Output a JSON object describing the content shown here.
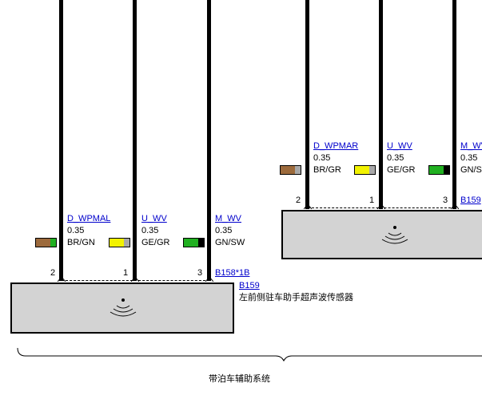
{
  "left_sensor": {
    "wires": [
      {
        "name": "D_WPMAL",
        "size": "0.35",
        "color_code": "BR/GN",
        "colors": [
          "#9c6a3c",
          "#21b021"
        ],
        "pin": "2"
      },
      {
        "name": "U_WV",
        "size": "0.35",
        "color_code": "GE/GR",
        "colors": [
          "#f2f200",
          "#a8a8a8"
        ],
        "pin": "1"
      },
      {
        "name": "M_WV",
        "size": "0.35",
        "color_code": "GN/SW",
        "colors": [
          "#21b021",
          "#000000"
        ],
        "pin": "3"
      }
    ],
    "connector_ref": "B158*1B",
    "component_ref": "B159",
    "component_desc": "左前侧驻车助手超声波传感器"
  },
  "right_sensor": {
    "wires": [
      {
        "name": "D_WPMAR",
        "size": "0.35",
        "color_code": "BR/GR",
        "colors": [
          "#9c6a3c",
          "#a8a8a8"
        ],
        "pin": "2"
      },
      {
        "name": "U_WV",
        "size": "0.35",
        "color_code": "GE/GR",
        "colors": [
          "#f2f200",
          "#a8a8a8"
        ],
        "pin": "1"
      },
      {
        "name": "M_WV",
        "size": "0.35",
        "color_code": "GN/SW",
        "colors": [
          "#21b021",
          "#000000"
        ],
        "pin": "3"
      }
    ],
    "connector_ref": "B159"
  },
  "system_label": "带泊车辅助系统",
  "icons": {
    "sensor": "ultrasonic-sensor-icon"
  }
}
